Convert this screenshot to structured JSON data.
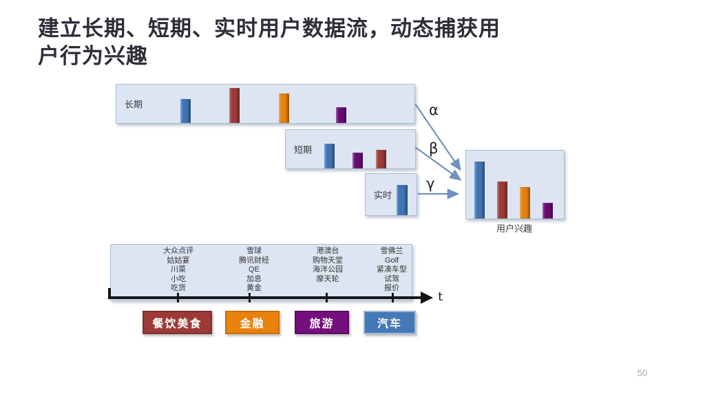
{
  "slide": {
    "title_line1": "建立长期、短期、实时用户数据流，动态捕获用",
    "title_line2": "户行为兴趣",
    "page_number": "50"
  },
  "palette": {
    "blue": "#3e75b5",
    "red": "#9c3a36",
    "orange": "#e8820d",
    "purple": "#6a0b74",
    "box_fill": "#dce5f1",
    "box_border": "#a9bdd6",
    "arrow": "#7091c1",
    "title_text": "#2e2e38"
  },
  "streams": [
    {
      "label": "长期",
      "bars": [
        {
          "color": "blue",
          "height": 35
        },
        {
          "color": "red",
          "height": 51
        },
        {
          "color": "orange",
          "height": 43
        },
        {
          "color": "purple",
          "height": 23
        }
      ]
    },
    {
      "label": "短期",
      "bars": [
        {
          "color": "blue",
          "height": 36
        },
        {
          "color": "purple",
          "height": 23
        },
        {
          "color": "red",
          "height": 27
        }
      ]
    },
    {
      "label": "实时",
      "bars": [
        {
          "color": "blue",
          "height": 44
        }
      ]
    }
  ],
  "weights": [
    {
      "label": "α"
    },
    {
      "label": "β"
    },
    {
      "label": "γ"
    }
  ],
  "result": {
    "label": "用户兴趣",
    "bars": [
      {
        "color": "blue",
        "height": 83
      },
      {
        "color": "red",
        "height": 54
      },
      {
        "color": "orange",
        "height": 46
      },
      {
        "color": "purple",
        "height": 23
      }
    ]
  },
  "timeline": {
    "axis_label": "t",
    "groups": [
      {
        "keywords": [
          "大众点评",
          "姑姑宴",
          "川菜",
          "小吃",
          "吃货"
        ]
      },
      {
        "keywords": [
          "雪球",
          "腾讯财经",
          "QE",
          "加息",
          "黄金"
        ]
      },
      {
        "keywords": [
          "港澳台",
          "购物天堂",
          "海洋公园",
          "摩天轮"
        ]
      },
      {
        "keywords": [
          "雪佛兰",
          "Golf",
          "紧凑车型",
          "试驾",
          "报价"
        ]
      }
    ]
  },
  "categories": [
    {
      "label": "餐饮美食",
      "fill": "#9c3a36",
      "border": "#7e2d29"
    },
    {
      "label": "金融",
      "fill": "#e8820d",
      "border": "#c96e0a"
    },
    {
      "label": "旅游",
      "fill": "#73107c",
      "border": "#5a0c61"
    },
    {
      "label": "汽车",
      "fill": "#4478b6",
      "border": "#9db8d9"
    }
  ]
}
